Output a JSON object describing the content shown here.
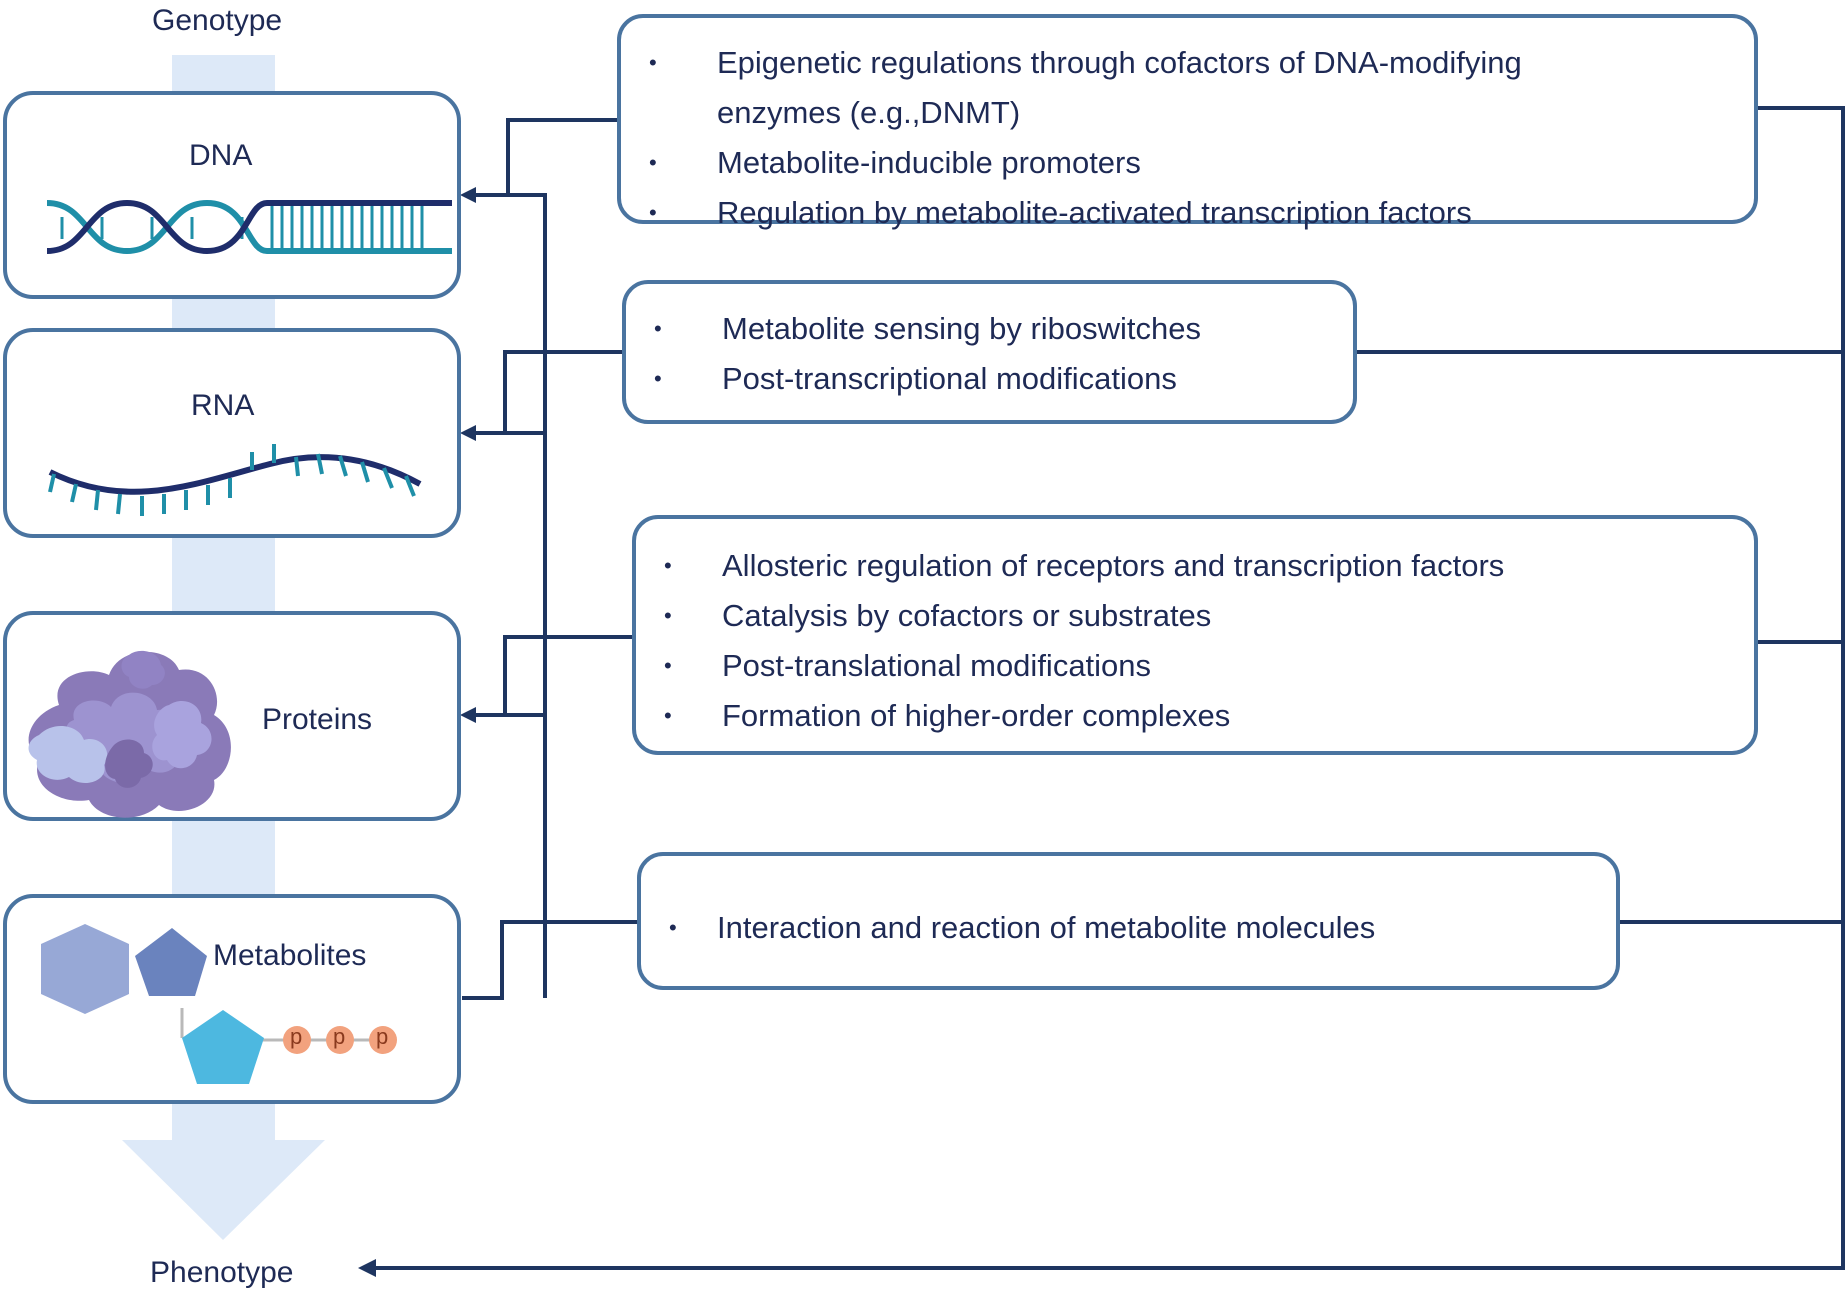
{
  "axis": {
    "top_label": "Genotype",
    "bottom_label": "Phenotype"
  },
  "levels": [
    {
      "id": "dna",
      "label": "DNA"
    },
    {
      "id": "rna",
      "label": "RNA"
    },
    {
      "id": "proteins",
      "label": "Proteins"
    },
    {
      "id": "metabolites",
      "label": "Metabolites",
      "phosphate_labels": [
        "p",
        "p",
        "p"
      ]
    }
  ],
  "mechanisms": [
    {
      "target": "dna",
      "items": [
        "Epigenetic regulations through cofactors of DNA-modifying enzymes (e.g.,DNMT)",
        "Metabolite-inducible promoters",
        "Regulation by metabolite-activated transcription factors"
      ]
    },
    {
      "target": "rna",
      "items": [
        "Metabolite sensing by riboswitches",
        "Post-transcriptional modifications"
      ]
    },
    {
      "target": "proteins",
      "items": [
        "Allosteric regulation of receptors and transcription factors",
        "Catalysis by cofactors or substrates",
        "Post-translational modifications",
        "Formation of higher-order complexes"
      ]
    },
    {
      "target": "metabolites",
      "items": [
        "Interaction and reaction of metabolite molecules"
      ]
    }
  ],
  "colors": {
    "flow_arrow": "#dde9f8",
    "card_border": "#4a74a0",
    "connector": "#1e3560",
    "dna_dark": "#1f2d6b",
    "dna_teal": "#1f8fa8",
    "protein": "#8a7ab8",
    "hexagon": "#97a8d6",
    "pentagon_dark": "#6a83be",
    "pentagon_cyan": "#4db8e0",
    "phosphate": "#f2a27e"
  }
}
